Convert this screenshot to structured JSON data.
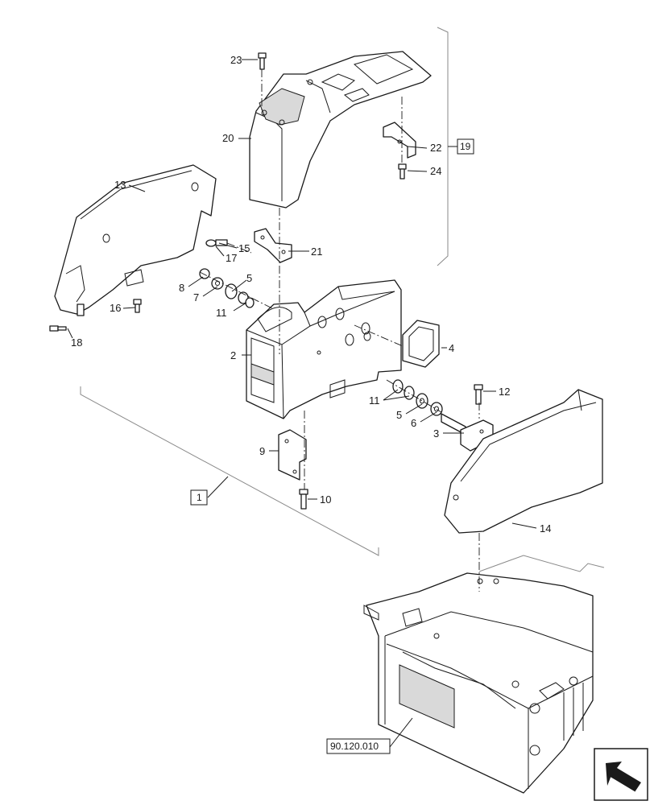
{
  "callouts": {
    "c1": "1",
    "c2": "2",
    "c3": "3",
    "c4": "4",
    "c5a": "5",
    "c5b": "5",
    "c6": "6",
    "c7": "7",
    "c8": "8",
    "c9": "9",
    "c10": "10",
    "c11a": "11",
    "c11b": "11",
    "c12": "12",
    "c13": "13",
    "c14": "14",
    "c15": "15",
    "c16": "16",
    "c17": "17",
    "c18": "18",
    "c19": "19",
    "c20": "20",
    "c21": "21",
    "c22": "22",
    "c23": "23",
    "c24": "24"
  },
  "reference": "90.120.010",
  "nav_icon": "arrow-back-icon"
}
